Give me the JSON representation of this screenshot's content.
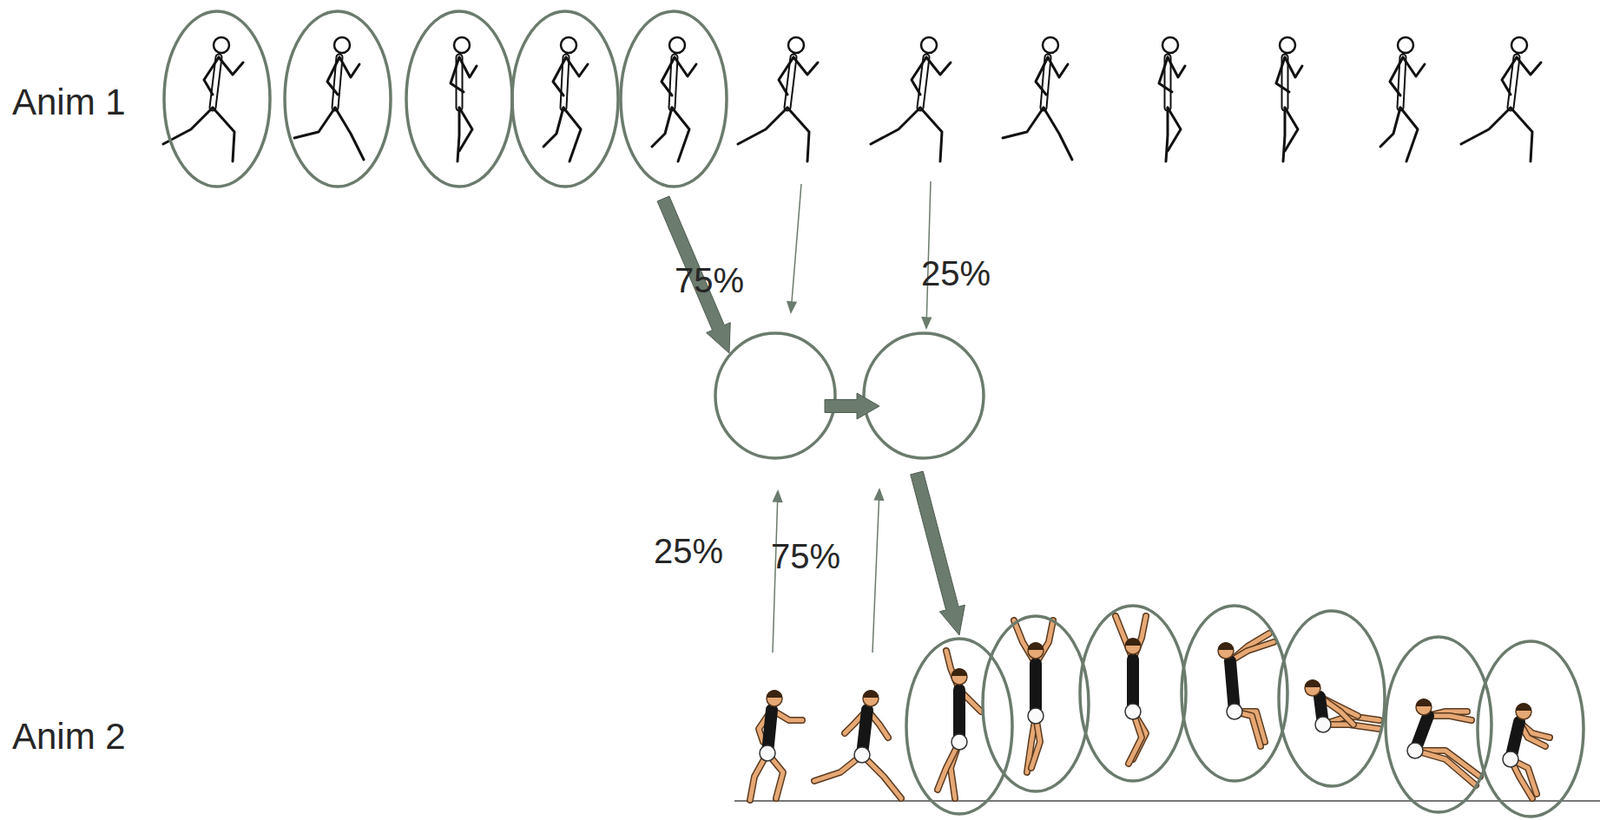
{
  "diagram": {
    "labels": [
      "Anim 1",
      "75%",
      "25%",
      "25%",
      "75%",
      "Anim 2"
    ]
  }
}
